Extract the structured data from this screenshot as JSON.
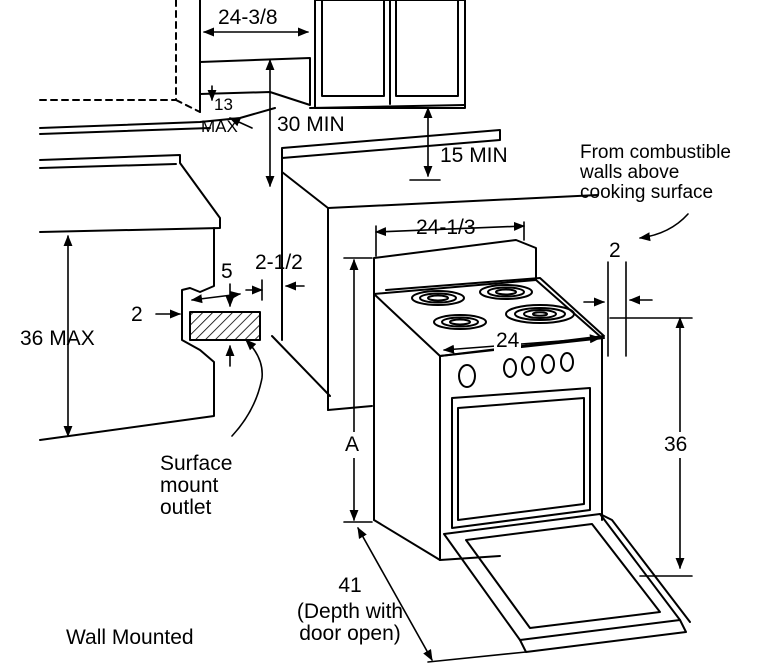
{
  "labels": {
    "dim_24_3_8": "24-3/8",
    "dim_13": "13",
    "dim_max": "MAX",
    "dim_30_min": "30 MIN",
    "dim_15_min": "15 MIN",
    "note_combustible": "From combustible\nwalls above\ncooking surface",
    "dim_24_1_3": "24-1/3",
    "dim_2_right": "2",
    "dim_2_1_2": "2-1/2",
    "dim_5": "5",
    "dim_2_left": "2",
    "dim_36_max": "36 MAX",
    "dim_24": "24",
    "dim_36": "36",
    "dim_a": "A",
    "outlet_label": "Surface\nmount\noutlet",
    "dim_41": "41",
    "depth_note": "(Depth with\ndoor open)",
    "caption": "Wall Mounted"
  }
}
